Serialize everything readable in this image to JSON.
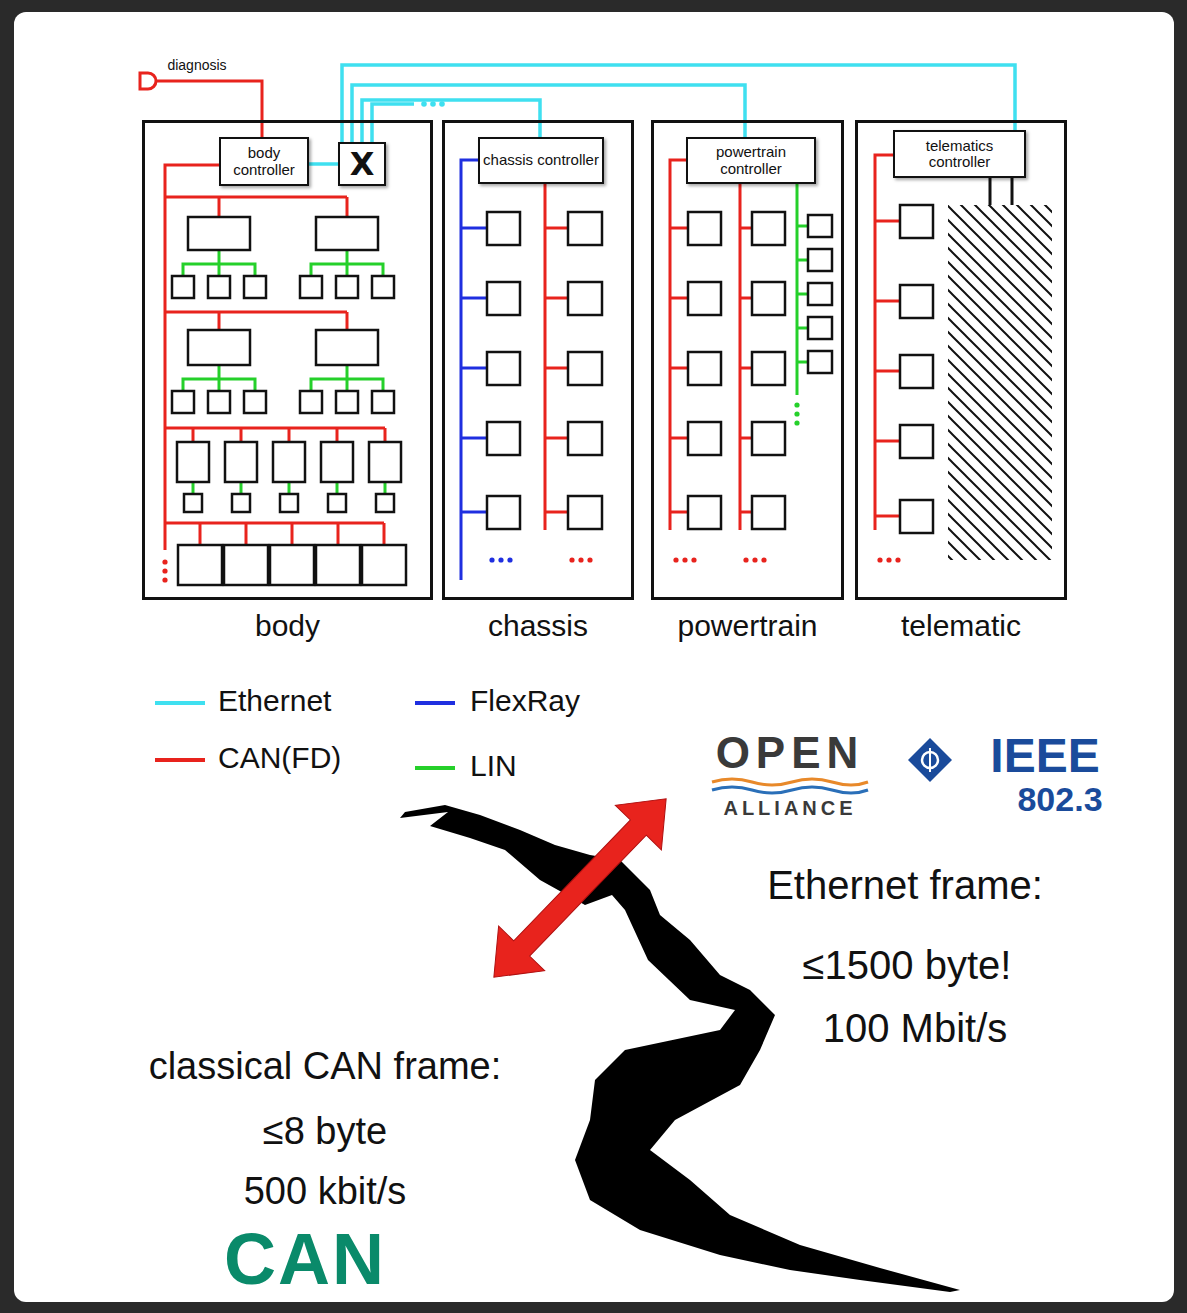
{
  "diagram": {
    "nodes": [
      {
        "text": [
          "body"
        ]
      },
      {
        "text": [
          "body controller"
        ],
        "in": 0
      },
      {
        "text": [
          "X"
        ],
        "in": 0
      },
      {
        "text": [
          "chassis"
        ]
      },
      {
        "text": [
          "chassis controller"
        ],
        "in": 3
      },
      {
        "text": [
          "powertrain"
        ]
      },
      {
        "text": [
          "powertrain controller"
        ],
        "in": 5
      },
      {
        "text": [
          "telematic"
        ]
      },
      {
        "text": [
          "telematics controller"
        ],
        "in": 7
      }
    ],
    "edges": [
      {
        "from": 1,
        "to": 2,
        "arrow": "none"
      },
      {
        "from": 2,
        "to": 4,
        "arrow": "none"
      },
      {
        "from": 2,
        "to": 6,
        "arrow": "none"
      },
      {
        "from": 2,
        "to": 8,
        "arrow": "none"
      }
    ],
    "labels": [
      "diagnosis",
      "OPEN",
      "ALLIANCE",
      "IEEE",
      "802.3",
      "Ethernet frame:",
      "≤1500 byte!",
      "100 Mbit/s",
      "classical CAN frame:",
      "≤8 byte",
      "500 kbit/s",
      "CAN"
    ],
    "legend": [
      {
        "text": "Ethernet"
      },
      {
        "text": "FlexRay"
      },
      {
        "text": "CAN(FD)"
      },
      {
        "text": "LIN"
      }
    ]
  }
}
